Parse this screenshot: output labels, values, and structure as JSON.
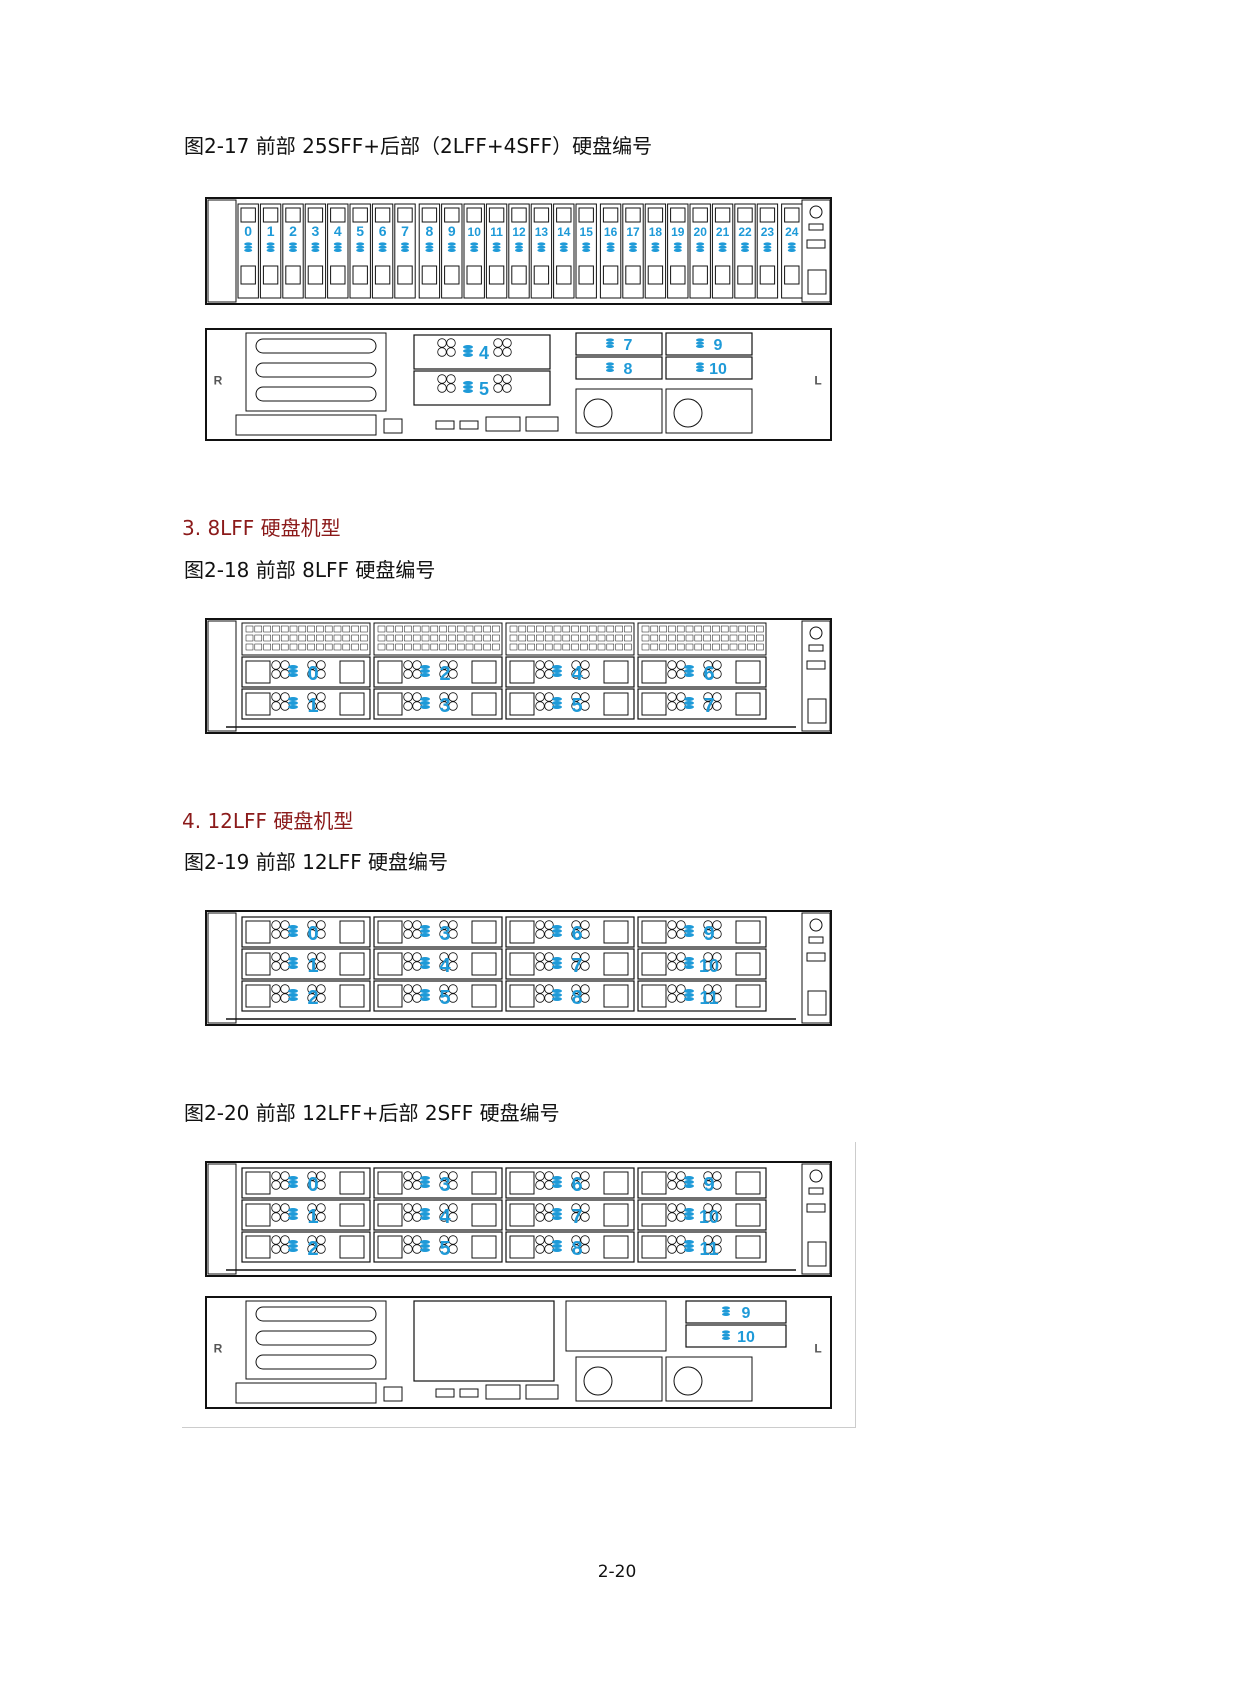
{
  "colors": {
    "bay_label": "#1e9ad8",
    "section_heading": "#8b1a1a",
    "line": "#111111"
  },
  "fig_2_17": {
    "caption": "图2-17  前部 25SFF+后部（2LFF+4SFF）硬盘编号",
    "front_bays": [
      "0",
      "1",
      "2",
      "3",
      "4",
      "5",
      "6",
      "7",
      "8",
      "9",
      "10",
      "11",
      "12",
      "13",
      "14",
      "15",
      "16",
      "17",
      "18",
      "19",
      "20",
      "21",
      "22",
      "23",
      "24"
    ],
    "rear_lff_bays": [
      "4",
      "5"
    ],
    "rear_sff_bays": [
      "7",
      "8",
      "9",
      "10"
    ],
    "rear_left_label": "R",
    "rear_right_label": "L"
  },
  "section_3": {
    "heading": "3. 8LFF 硬盘机型"
  },
  "fig_2_18": {
    "caption": "图2-18  前部 8LFF 硬盘编号",
    "front_bays": [
      "0",
      "1",
      "2",
      "3",
      "4",
      "5",
      "6",
      "7"
    ]
  },
  "section_4": {
    "heading": "4. 12LFF 硬盘机型"
  },
  "fig_2_19": {
    "caption": "图2-19  前部 12LFF 硬盘编号",
    "front_bays": [
      "0",
      "1",
      "2",
      "3",
      "4",
      "5",
      "6",
      "7",
      "8",
      "9",
      "10",
      "11"
    ]
  },
  "fig_2_20": {
    "caption": "图2-20  前部 12LFF+后部 2SFF 硬盘编号",
    "front_bays": [
      "0",
      "1",
      "2",
      "3",
      "4",
      "5",
      "6",
      "7",
      "8",
      "9",
      "10",
      "11"
    ],
    "rear_sff_bays": [
      "9",
      "10"
    ],
    "rear_left_label": "R",
    "rear_right_label": "L"
  },
  "page_number": "2-20"
}
